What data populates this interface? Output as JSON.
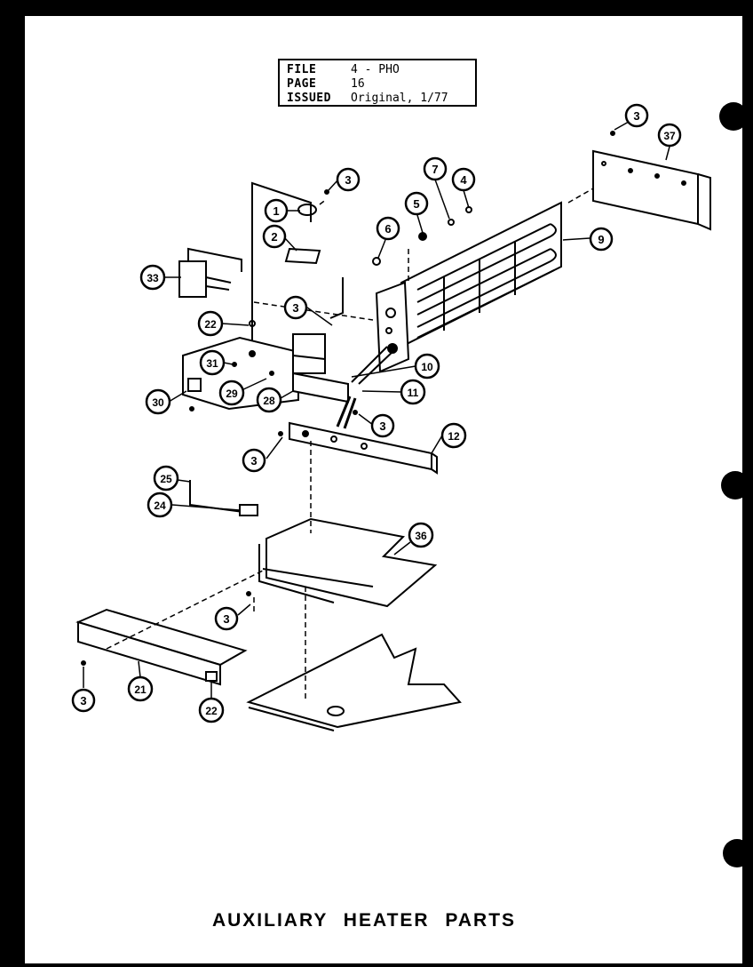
{
  "header": {
    "file_label": "FILE",
    "file_value": "4 - PHO",
    "page_label": "PAGE",
    "page_value": "16",
    "issued_label": "ISSUED",
    "issued_value": "Original, 1/77"
  },
  "caption": "AUXILIARY HEATER PARTS",
  "callouts": {
    "c1": "1",
    "c2": "2",
    "c3a": "3",
    "c3b": "3",
    "c3c": "3",
    "c3d": "3",
    "c3e": "3",
    "c3f": "3",
    "c3g": "3",
    "c4": "4",
    "c5": "5",
    "c6": "6",
    "c7": "7",
    "c9": "9",
    "c10": "10",
    "c11": "11",
    "c12": "12",
    "c21": "21",
    "c22a": "22",
    "c22b": "22",
    "c24": "24",
    "c25": "25",
    "c28": "28",
    "c29": "29",
    "c30": "30",
    "c31": "31",
    "c33": "33",
    "c36": "36",
    "c37": "37"
  }
}
